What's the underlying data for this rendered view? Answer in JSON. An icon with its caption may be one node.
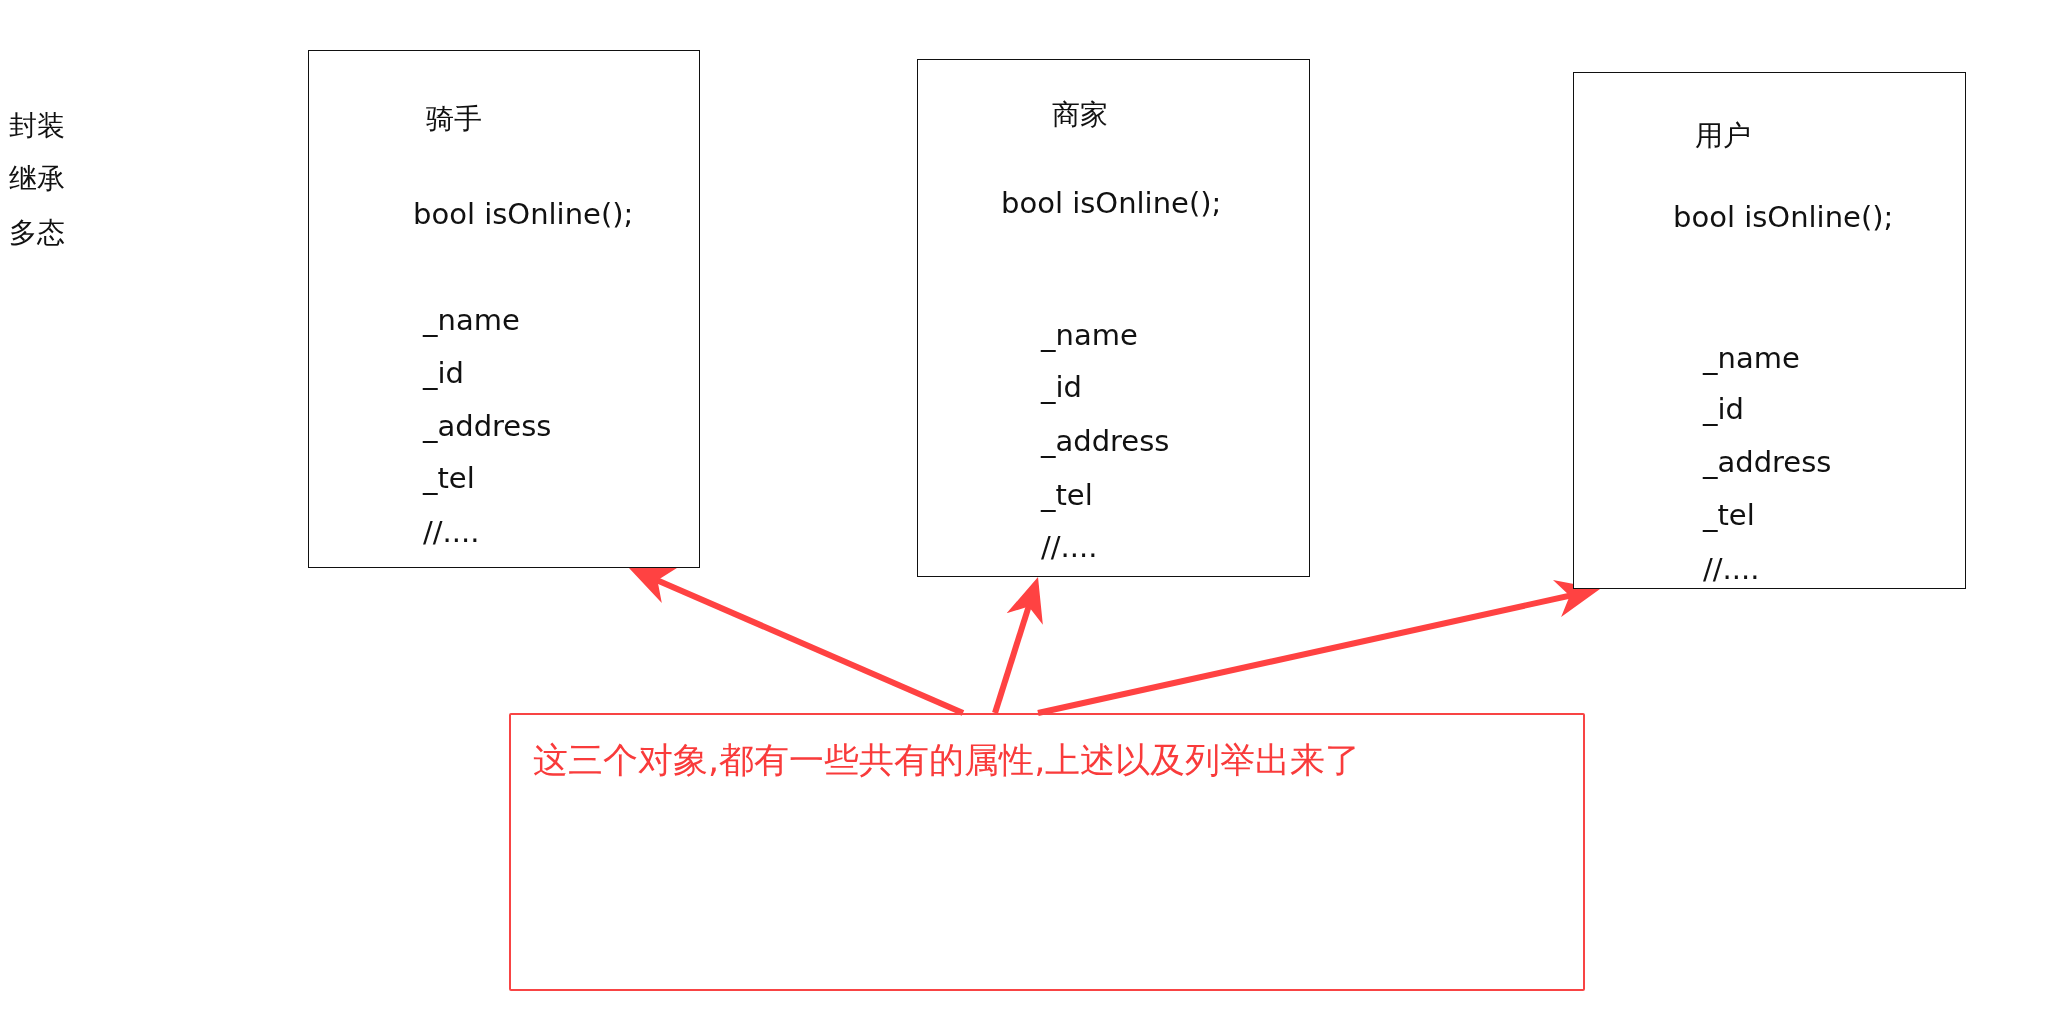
{
  "diagram": {
    "nodes": [
      {
        "text": [
          "骑手",
          "bool isOnline();",
          "_name",
          "_id",
          "_address",
          "_tel",
          "//...."
        ]
      },
      {
        "text": [
          "商家",
          "bool isOnline();",
          "_name",
          "_id",
          "_address",
          "_tel",
          "//...."
        ]
      },
      {
        "text": [
          "用户",
          "bool isOnline();",
          "_name",
          "_id",
          "_address",
          "_tel",
          "//...."
        ]
      },
      {
        "text": [
          "这三个对象,都有一些共有的属性,上述以及列举出来了"
        ]
      }
    ],
    "edges": [
      {
        "from": 3,
        "to": 0,
        "arrow": "to"
      },
      {
        "from": 3,
        "to": 1,
        "arrow": "to"
      },
      {
        "from": 3,
        "to": 2,
        "arrow": "to"
      }
    ],
    "labels": [
      "封装",
      "继承",
      "多态"
    ]
  }
}
